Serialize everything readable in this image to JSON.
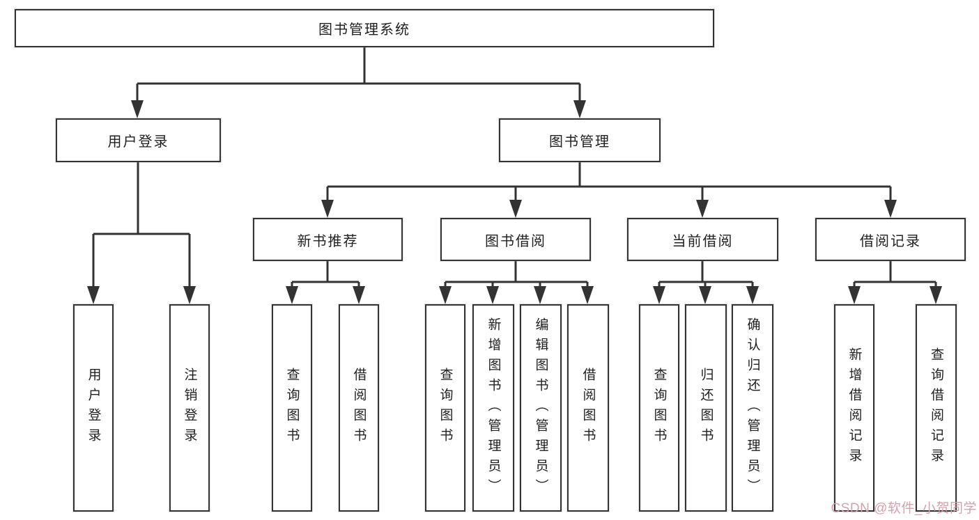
{
  "tree": {
    "root": {
      "label": "图书管理系统"
    },
    "level1": [
      {
        "label": "用户登录"
      },
      {
        "label": "图书管理"
      }
    ],
    "level2": [
      {
        "label": "新书推荐"
      },
      {
        "label": "图书借阅"
      },
      {
        "label": "当前借阅"
      },
      {
        "label": "借阅记录"
      }
    ],
    "leaves": {
      "login": [
        {
          "label": "用户登录"
        },
        {
          "label": "注销登录"
        }
      ],
      "recommend": [
        {
          "label": "查询图书"
        },
        {
          "label": "借阅图书"
        }
      ],
      "borrow": [
        {
          "label": "查询图书"
        },
        {
          "label": "新增图书（管理员）"
        },
        {
          "label": "编辑图书（管理员）"
        },
        {
          "label": "借阅图书"
        }
      ],
      "current": [
        {
          "label": "查询图书"
        },
        {
          "label": "归还图书"
        },
        {
          "label": "确认归还（管理员）"
        }
      ],
      "records": [
        {
          "label": "新增借阅记录"
        },
        {
          "label": "查询借阅记录"
        }
      ]
    }
  },
  "watermark": {
    "text": "CSDN @软件_小贺同学"
  },
  "colors": {
    "line": "#333333",
    "text": "#1f1f1f",
    "background": "#ffffff",
    "watermark": "#d2a2ae"
  }
}
